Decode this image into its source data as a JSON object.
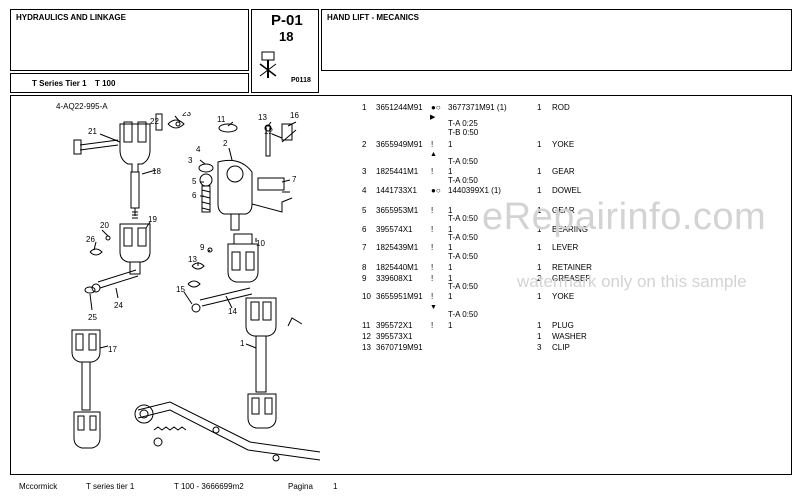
{
  "header": {
    "section_title": "HYDRAULICS AND LINKAGE",
    "page_code": "P-01",
    "page_sub": "18",
    "group_title": "HAND LIFT - MECANICS",
    "series_label": "T Series Tier 1",
    "model_label": "T 100",
    "figure_code": "P0118"
  },
  "diagram": {
    "drawing_ref": "4-AQ22-995-A",
    "callouts": [
      "1",
      "2",
      "3",
      "4",
      "5",
      "6",
      "7",
      "9",
      "10",
      "11",
      "12",
      "13",
      "13",
      "14",
      "15",
      "16",
      "17",
      "18",
      "19",
      "20",
      "21",
      "22",
      "23",
      "24",
      "25",
      "26"
    ]
  },
  "parts": [
    {
      "num": "1",
      "code": "3651244M91",
      "sym": "●○",
      "serial": "3677371M91  (1)",
      "qty": "1",
      "desc": "ROD",
      "notes": [
        "T-A 0:25",
        "T-B 0:50"
      ],
      "arrow": "▶"
    },
    {
      "num": "2",
      "code": "3655949M91",
      "sym": "!",
      "serial": "1",
      "qty": "1",
      "desc": "YOKE",
      "notes": [
        "T-A 0:50"
      ],
      "arrow": "▲"
    },
    {
      "num": "3",
      "code": "1825441M1",
      "sym": "!",
      "serial": "1",
      "qty": "1",
      "desc": "GEAR",
      "notes": [
        "T-A 0:50"
      ],
      "arrow": ""
    },
    {
      "num": "4",
      "code": "1441733X1",
      "sym": "●○",
      "serial": "1440399X1  (1)",
      "qty": "1",
      "desc": "DOWEL",
      "notes": [],
      "arrow": ""
    },
    {
      "num": "5",
      "code": "3655953M1",
      "sym": "!",
      "serial": "1",
      "qty": "1",
      "desc": "GEAR",
      "notes": [
        "T-A 0:50"
      ],
      "arrow": ""
    },
    {
      "num": "6",
      "code": "395574X1",
      "sym": "!",
      "serial": "1",
      "qty": "1",
      "desc": "BEARING",
      "notes": [
        "T-A 0:50"
      ],
      "arrow": ""
    },
    {
      "num": "7",
      "code": "1825439M1",
      "sym": "!",
      "serial": "1",
      "qty": "1",
      "desc": "LEVER",
      "notes": [
        "T-A 0:50"
      ],
      "arrow": ""
    },
    {
      "num": "8",
      "code": "1825440M1",
      "sym": "!",
      "serial": "1",
      "qty": "1",
      "desc": "RETAINER",
      "notes": [],
      "arrow": ""
    },
    {
      "num": "9",
      "code": "339608X1",
      "sym": "!",
      "serial": "1",
      "qty": "2",
      "desc": "GREASER",
      "notes": [
        "T-A 0:50"
      ],
      "arrow": ""
    },
    {
      "num": "10",
      "code": "3655951M91",
      "sym": "!",
      "serial": "1",
      "qty": "1",
      "desc": "YOKE",
      "notes": [
        "T-A 0:50"
      ],
      "arrow": "▼"
    },
    {
      "num": "11",
      "code": "395572X1",
      "sym": "!",
      "serial": "1",
      "qty": "1",
      "desc": "PLUG",
      "notes": [],
      "arrow": ""
    },
    {
      "num": "12",
      "code": "395573X1",
      "sym": "",
      "serial": "",
      "qty": "1",
      "desc": "WASHER",
      "notes": [],
      "arrow": ""
    },
    {
      "num": "13",
      "code": "3670719M91",
      "sym": "",
      "serial": "",
      "qty": "3",
      "desc": "CLIP",
      "notes": [],
      "arrow": ""
    }
  ],
  "watermark": {
    "line1": "eRepairinfo.com",
    "line2": "watermark only on this sample"
  },
  "footer": {
    "brand": "Mccormick",
    "series": "T series tier 1",
    "model_ref": "T 100  - 3666699m2",
    "page_label": "Pagina",
    "page_number": "1"
  }
}
